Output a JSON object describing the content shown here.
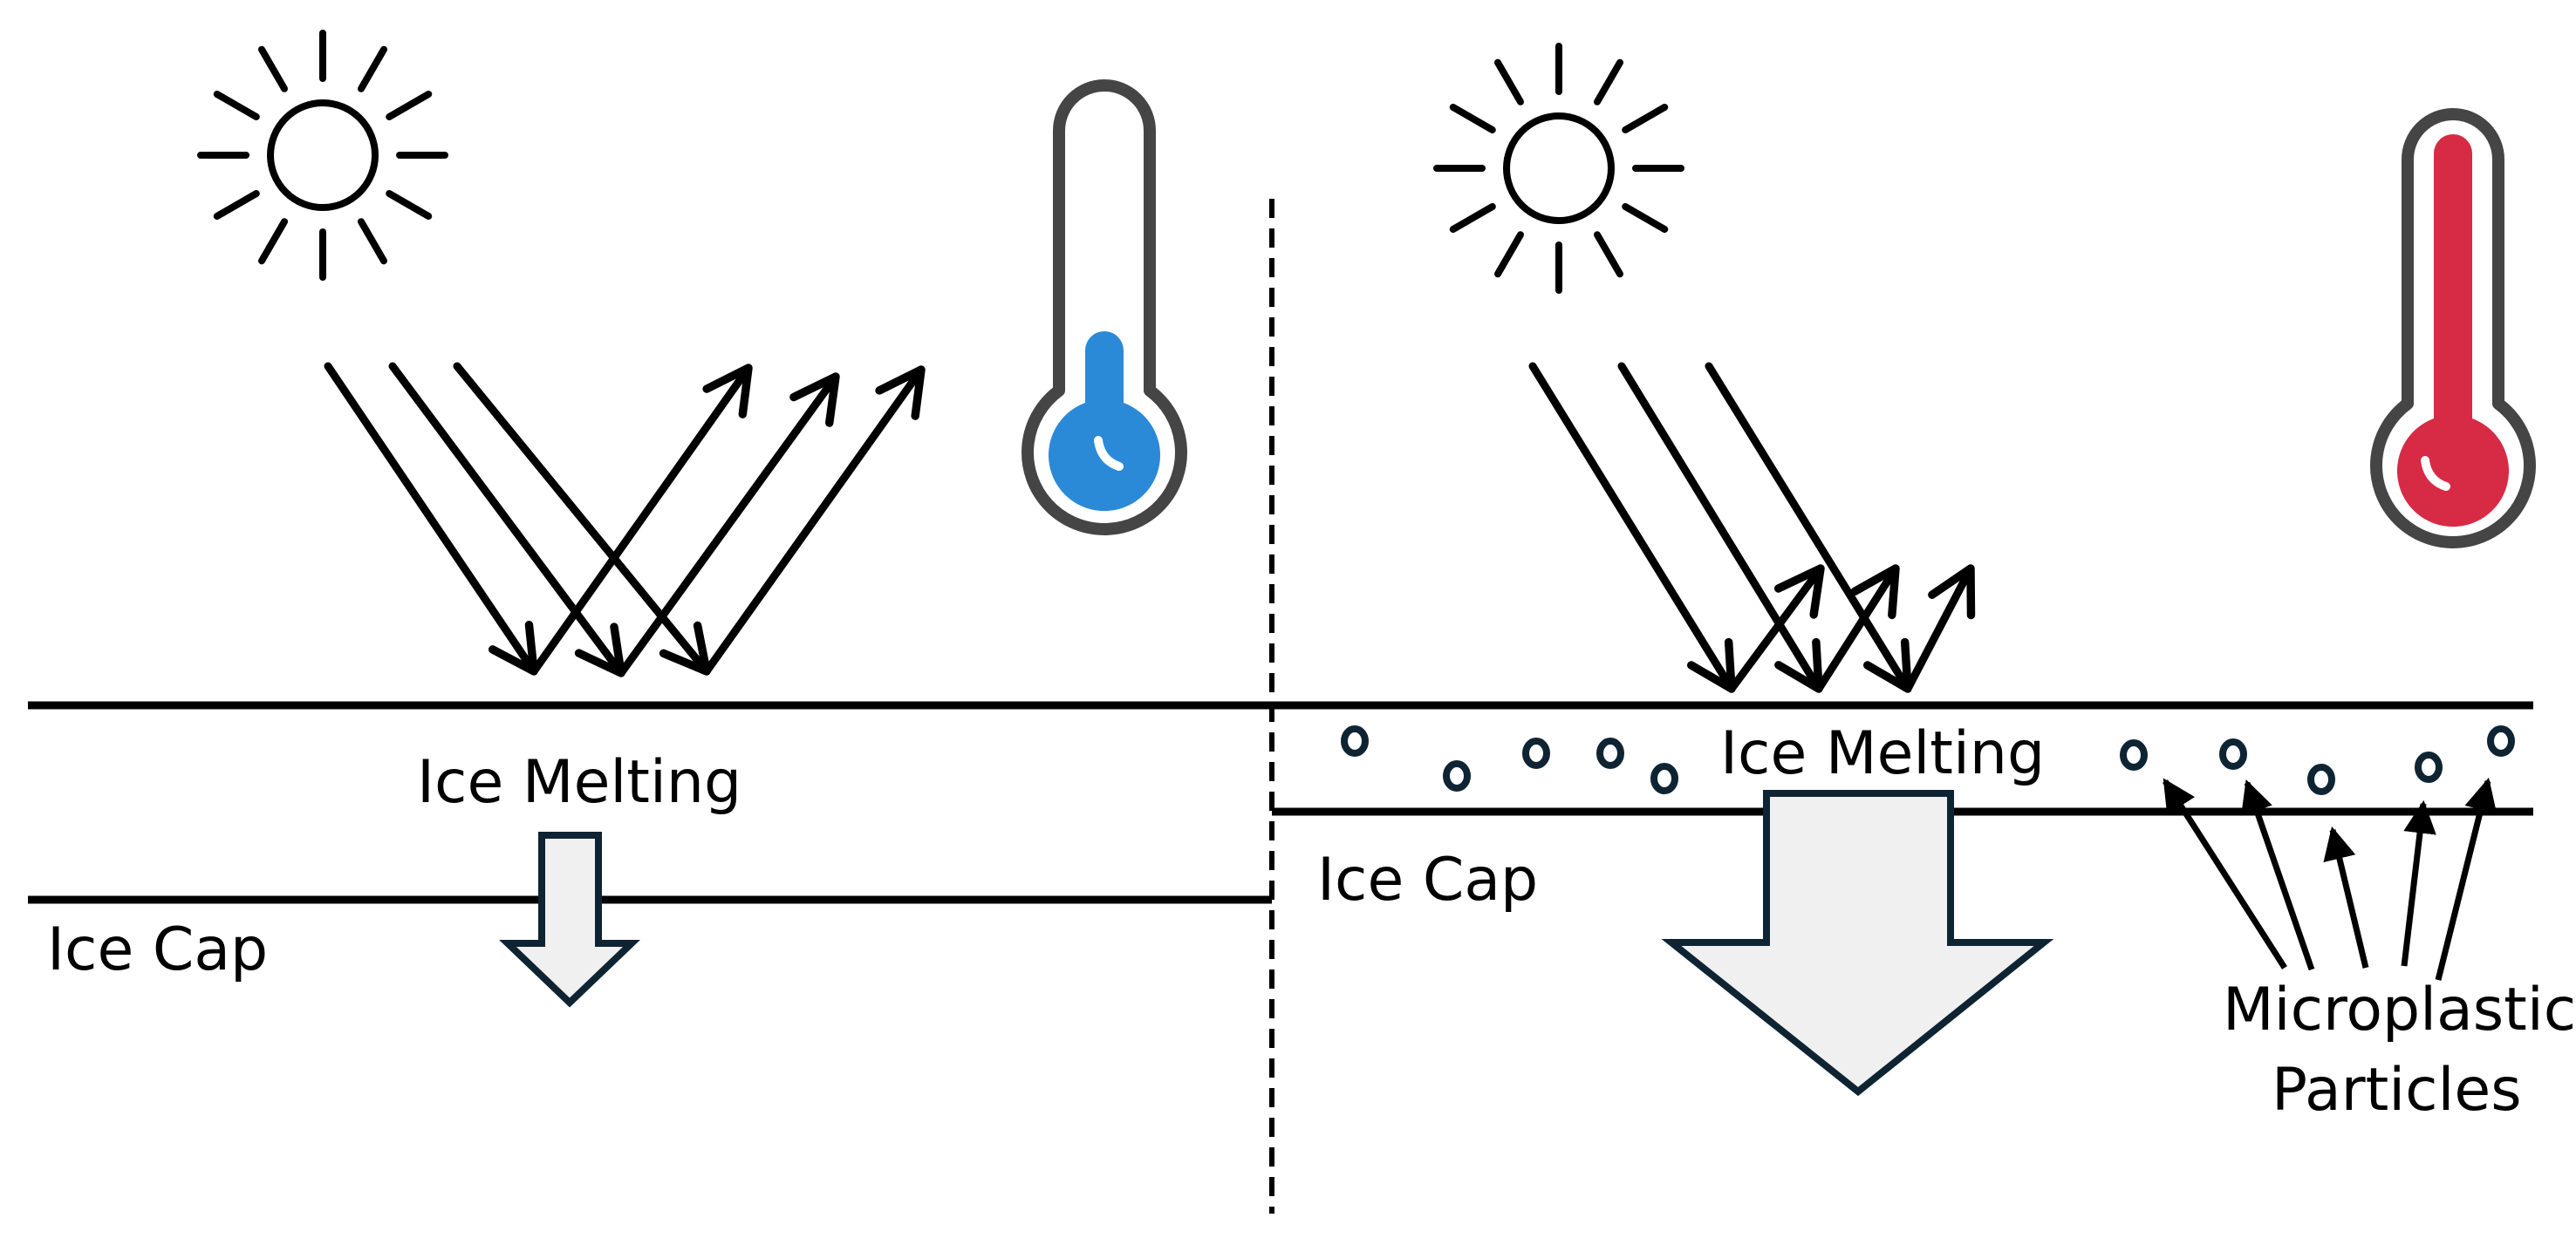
{
  "figure": {
    "title": "Microplastics and Ice Melting Comparison",
    "colors": {
      "line": "#000000",
      "arrow_stroke": "#0f2433",
      "arrow_fill": "#f0f0f0",
      "thermometer_frame": "#454545",
      "cold_fill": "#2b8ad8",
      "hot_fill": "#d62a45",
      "particle": "#0f2433"
    }
  },
  "panels": [
    {
      "id": "clean",
      "description": "Ice without microplastics: most sunlight reflected, low temperature, small melting",
      "thermometer": {
        "state": "cold",
        "level": 0.35,
        "icon": "thermometer-cold-icon"
      },
      "sun_icon": "sun-icon",
      "incoming_rays": 3,
      "reflected_rays": 3,
      "reflection": "long",
      "labels": {
        "melting": "Ice Melting",
        "ice_cap": "Ice Cap"
      },
      "melting_magnitude": "small",
      "particles": 0
    },
    {
      "id": "polluted",
      "description": "Ice with microplastics: less sunlight reflected, high temperature, large melting",
      "thermometer": {
        "state": "hot",
        "level": 0.95,
        "icon": "thermometer-hot-icon"
      },
      "sun_icon": "sun-icon",
      "incoming_rays": 3,
      "reflected_rays": 3,
      "reflection": "short",
      "labels": {
        "melting": "Ice Melting",
        "ice_cap": "Ice Cap",
        "particles_line1": "Microplastic",
        "particles_line2": "Particles"
      },
      "melting_magnitude": "large",
      "particles": 10
    }
  ]
}
